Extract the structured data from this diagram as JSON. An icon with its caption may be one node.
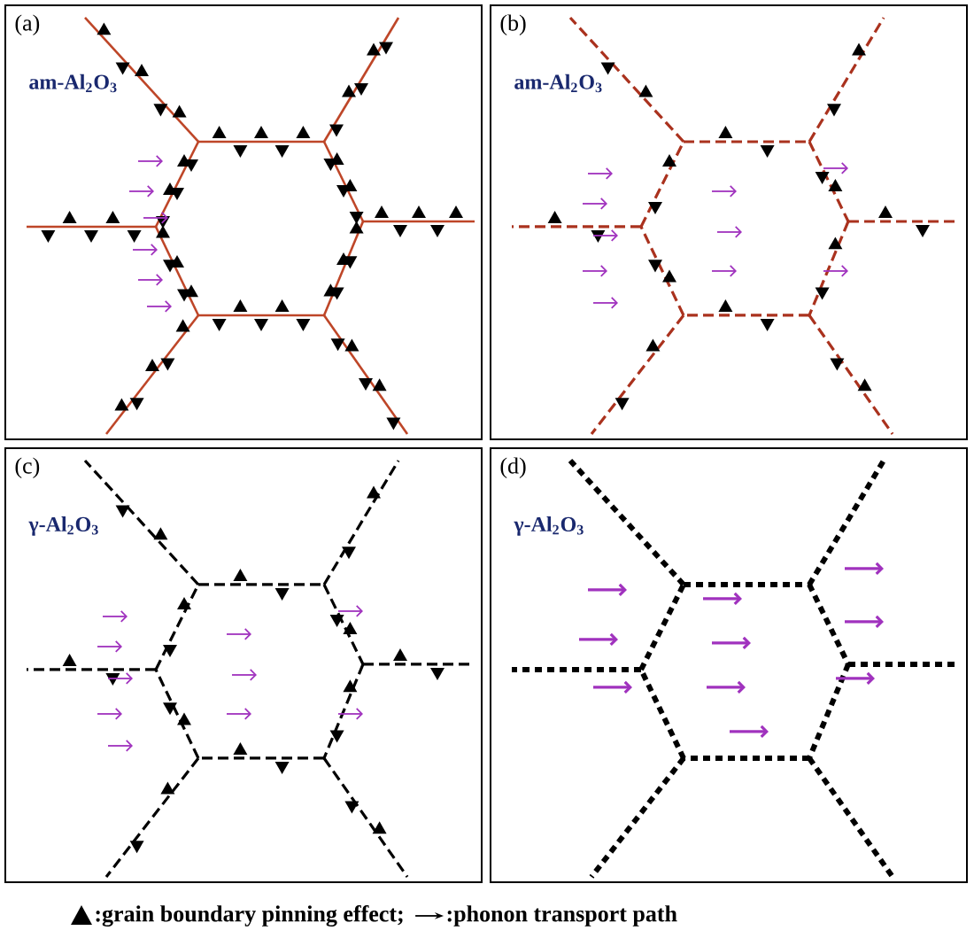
{
  "diagram": {
    "nodes": [
      {
        "text": [
          "(a)",
          "am-Al$_{2}$O$_{3}$"
        ]
      },
      {
        "text": [
          "(b)",
          "am-Al$_{2}$O$_{3}$"
        ]
      },
      {
        "text": [
          "(c)",
          "γ-Al$_{2}$O$_{3}$"
        ]
      },
      {
        "text": [
          "(d)",
          "γ-Al$_{2}$O$_{3}$"
        ]
      }
    ],
    "legend": [
      {
        "text": ":grain boundary pinning effect;"
      },
      {
        "text": ":phonon transport path"
      }
    ]
  }
}
